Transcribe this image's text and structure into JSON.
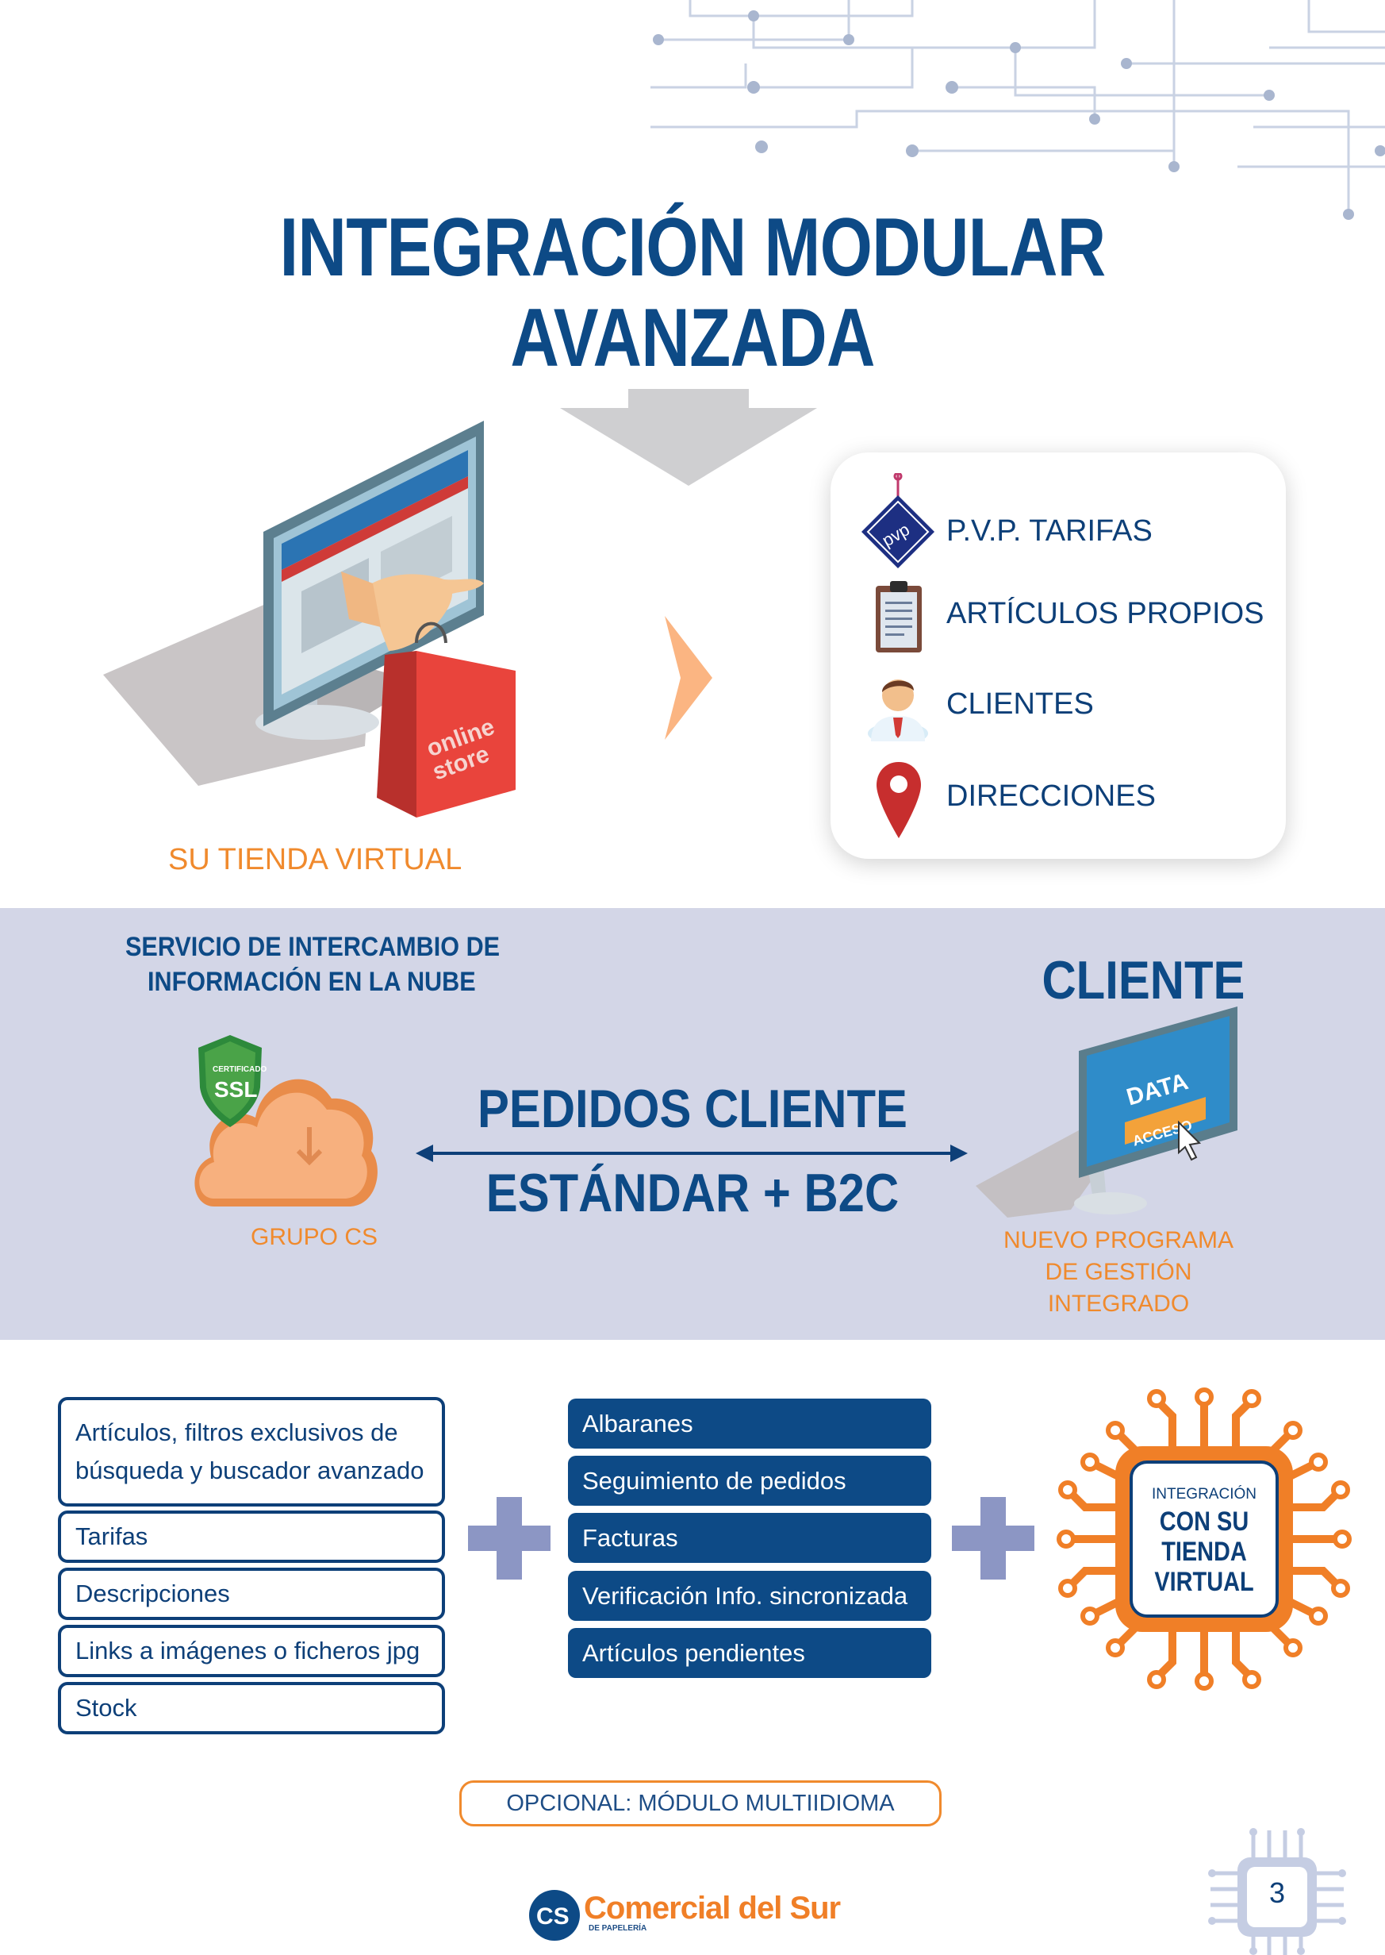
{
  "title": {
    "line1": "INTEGRACIÓN MODULAR",
    "line2": "AVANZADA"
  },
  "store": {
    "caption": "SU TIENDA VIRTUAL",
    "bag_text_1": "online",
    "bag_text_2": "store"
  },
  "features": [
    {
      "icon": "price-tag-icon",
      "label": "P.V.P. TARIFAS",
      "icon_text": "pvp"
    },
    {
      "icon": "clipboard-icon",
      "label": "ARTÍCULOS PROPIOS"
    },
    {
      "icon": "person-icon",
      "label": "CLIENTES"
    },
    {
      "icon": "location-pin-icon",
      "label": "DIRECCIONES"
    }
  ],
  "band": {
    "service_title_1": "SERVICIO DE INTERCAMBIO DE",
    "service_title_2": "INFORMACIÓN EN LA NUBE",
    "ssl_small": "CERTIFICADO",
    "ssl_big": "SSL",
    "cloud_caption": "GRUPO CS",
    "orders_line1": "PEDIDOS CLIENTE",
    "orders_line2": "ESTÁNDAR + B2C",
    "client_title": "CLIENTE",
    "monitor_data": "DATA",
    "monitor_access": "ACCESO",
    "program_caption": [
      "NUEVO PROGRAMA",
      "DE GESTIÓN",
      "INTEGRADO"
    ]
  },
  "left_list": [
    "Artículos, filtros exclusivos de",
    "búsqueda y buscador avanzado",
    "Tarifas",
    "Descripciones",
    "Links a imágenes o ficheros jpg",
    "Stock"
  ],
  "middle_list": [
    "Albaranes",
    "Seguimiento de pedidos",
    "Facturas",
    "Verificación Info. sincronizada",
    "Artículos pendientes"
  ],
  "chip": {
    "line1": "INTEGRACIÓN",
    "line2": "CON SU",
    "line3": "TIENDA",
    "line4": "VIRTUAL"
  },
  "optional": "OPCIONAL: MÓDULO MULTIIDIOMA",
  "footer": {
    "logo_mark": "CS",
    "brand": "Comercial del Sur",
    "tagline": "DE PAPELERÍA",
    "page_number": "3"
  },
  "colors": {
    "navy": "#0d4a86",
    "orange": "#f08a2d",
    "band": "#d3d6e7",
    "plus": "#8c96c4"
  }
}
